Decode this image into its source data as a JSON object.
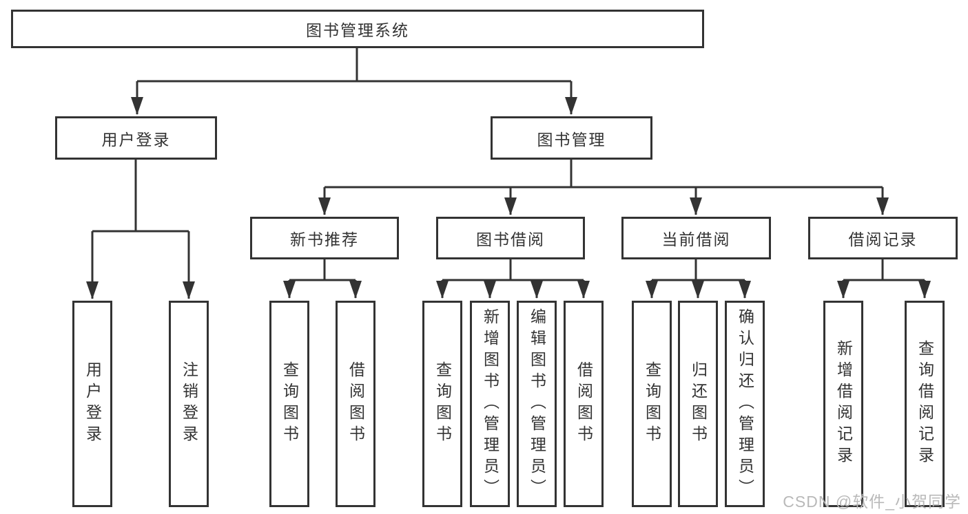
{
  "diagram_title": "图书管理系统",
  "tree": {
    "root": {
      "label": "图书管理系统"
    },
    "children": [
      {
        "label": "用户登录",
        "children": [
          {
            "label": "用户登录"
          },
          {
            "label": "注销登录"
          }
        ]
      },
      {
        "label": "图书管理",
        "children": [
          {
            "label": "新书推荐",
            "children": [
              {
                "label": "查询图书"
              },
              {
                "label": "借阅图书"
              }
            ]
          },
          {
            "label": "图书借阅",
            "children": [
              {
                "label": "查询图书"
              },
              {
                "label": "新增图书（管理员）"
              },
              {
                "label": "编辑图书（管理员）"
              },
              {
                "label": "借阅图书"
              }
            ]
          },
          {
            "label": "当前借阅",
            "children": [
              {
                "label": "查询图书"
              },
              {
                "label": "归还图书"
              },
              {
                "label": "确认归还（管理员）"
              }
            ]
          },
          {
            "label": "借阅记录",
            "children": [
              {
                "label": "新增借阅记录"
              },
              {
                "label": "查询借阅记录"
              }
            ]
          }
        ]
      }
    ]
  },
  "watermark": "CSDN @软件_小贺同学",
  "colors": {
    "line": "#333333",
    "text": "#333333",
    "box_background": "#ffffff",
    "watermark": "#b9b9b9",
    "background": "#ffffff"
  }
}
